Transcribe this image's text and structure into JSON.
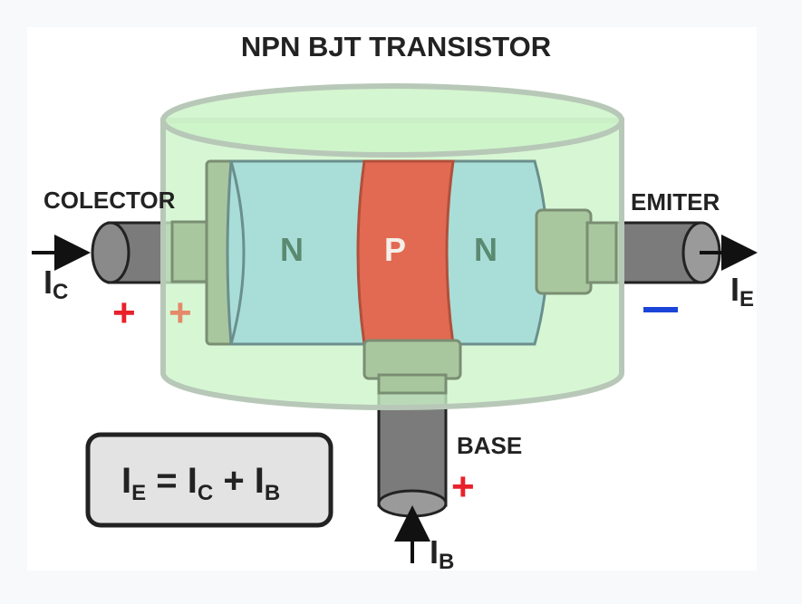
{
  "title": "NPN BJT TRANSISTOR",
  "layers": {
    "left": "N",
    "middle": "P",
    "right": "N"
  },
  "terminals": {
    "collector": {
      "label": "COLECTOR",
      "current": "I",
      "current_sub": "C",
      "polarity": "+"
    },
    "emitter": {
      "label": "EMITER",
      "current": "I",
      "current_sub": "E",
      "polarity": "−"
    },
    "base": {
      "label": "BASE",
      "current": "I",
      "current_sub": "B",
      "polarity": "+"
    }
  },
  "junction_polarity": "+",
  "equation": {
    "i1": "I",
    "s1": "E",
    "eq": " = ",
    "i2": "I",
    "s2": "C",
    "plus": " + ",
    "i3": "I",
    "s3": "B"
  },
  "colors": {
    "n_region": "#a9ded8",
    "p_region": "#e26a52",
    "enclosure": "#ccf5c8",
    "enclosure_outline": "#b8c8b8",
    "contacts": "#a9c79e",
    "wire": "#7b7b7b",
    "plus_sign": "#e8222a",
    "plus_sign_faded": "#e48a6a",
    "minus_sign": "#1b45d8",
    "equation_box": "#e3e3e3"
  }
}
